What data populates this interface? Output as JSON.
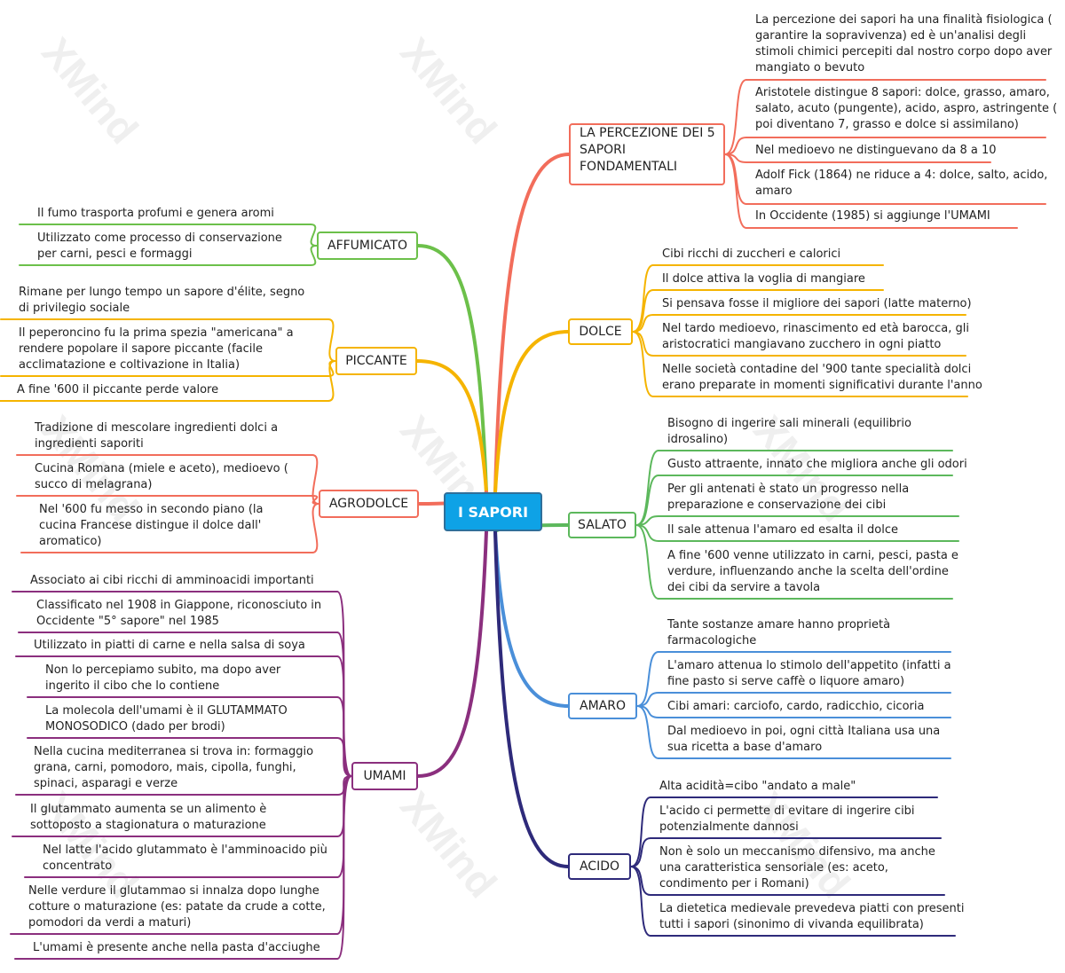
{
  "watermark": "XMind",
  "central": {
    "label": "I SAPORI",
    "color": "#0ea2e6"
  },
  "branches": {
    "percezione": {
      "label": "LA PERCEZIONE DEI 5 SAPORI FONDAMENTALI",
      "label_lines": [
        "LA PERCEZIONE DEI 5",
        "SAPORI",
        "FONDAMENTALI"
      ],
      "color": "#f26d5b",
      "items": [
        [
          "La percezione dei sapori ha una finalità fisiologica (",
          "garantire la sopravivenza) ed è un'analisi degli",
          "stimoli chimici percepiti dal nostro corpo dopo aver",
          "mangiato o bevuto"
        ],
        [
          "Aristotele distingue 8 sapori: dolce, grasso, amaro,",
          "salato, acuto (pungente), acido, aspro, astringente (",
          "poi diventano 7, grasso e dolce si assimilano)"
        ],
        [
          "Nel medioevo ne distinguevano da 8 a 10"
        ],
        [
          "Adolf Fick (1864) ne riduce a 4: dolce, salto, acido,",
          "amaro"
        ],
        [
          "In Occidente (1985) si aggiunge l'UMAMI"
        ]
      ]
    },
    "dolce": {
      "label": "DOLCE",
      "color": "#f5b400",
      "items": [
        [
          "Cibi ricchi di zuccheri e calorici"
        ],
        [
          "Il dolce attiva la voglia di mangiare"
        ],
        [
          "Si pensava fosse il migliore dei sapori (latte materno)"
        ],
        [
          "Nel tardo medioevo, rinascimento ed età barocca, gli",
          "aristocratici mangiavano zucchero in ogni piatto"
        ],
        [
          "Nelle società contadine del '900 tante specialità dolci",
          "erano preparate in momenti significativi durante l'anno"
        ]
      ]
    },
    "salato": {
      "label": "SALATO",
      "color": "#5cb85c",
      "items": [
        [
          "Bisogno di ingerire sali minerali (equilibrio",
          "idrosalino)"
        ],
        [
          "Gusto attraente, innato che migliora anche gli odori"
        ],
        [
          "Per gli antenati è stato un progresso nella",
          "preparazione e conservazione dei cibi"
        ],
        [
          "Il sale attenua l'amaro ed esalta il dolce"
        ],
        [
          "A fine '600 venne utilizzato in carni, pesci, pasta e",
          "verdure, influenzando anche la scelta dell'ordine",
          "dei cibi da servire a tavola"
        ]
      ]
    },
    "amaro": {
      "label": "AMARO",
      "color": "#4a8fd9",
      "items": [
        [
          "Tante sostanze amare hanno proprietà",
          "farmacologiche"
        ],
        [
          "L'amaro attenua lo stimolo dell'appetito (infatti a",
          "fine pasto si serve caffè o liquore amaro)"
        ],
        [
          "Cibi amari: carciofo, cardo, radicchio, cicoria"
        ],
        [
          "Dal medioevo in poi, ogni città Italiana usa una",
          "sua ricetta a base d'amaro"
        ]
      ]
    },
    "acido": {
      "label": "ACIDO",
      "color": "#2e2a7a",
      "items": [
        [
          "Alta acidità=cibo \"andato a male\""
        ],
        [
          "L'acido ci permette di evitare di ingerire cibi",
          "potenzialmente dannosi"
        ],
        [
          "Non è solo un meccanismo difensivo, ma anche",
          "una caratteristica sensoriale (es: aceto,",
          "condimento per i Romani)"
        ],
        [
          "La dietetica medievale prevedeva piatti con presenti",
          "tutti i sapori (sinonimo di vivanda equilibrata)"
        ]
      ]
    },
    "affumicato": {
      "label": "AFFUMICATO",
      "color": "#6cc04a",
      "items": [
        [
          "Il fumo trasporta profumi e genera aromi"
        ],
        [
          "Utilizzato come processo di conservazione",
          "per carni, pesci e formaggi"
        ]
      ]
    },
    "piccante": {
      "label": "PICCANTE",
      "color": "#f5b400",
      "items": [
        [
          "Rimane per lungo tempo un sapore d'élite, segno",
          "di privilegio sociale"
        ],
        [
          "Il peperoncino fu la prima spezia \"americana\" a",
          "rendere popolare il sapore piccante (facile",
          "acclimatazione e coltivazione in Italia)"
        ],
        [
          "A fine '600 il piccante perde valore"
        ]
      ]
    },
    "agrodolce": {
      "label": "AGRODOLCE",
      "color": "#f26d5b",
      "items": [
        [
          "Tradizione di mescolare ingredienti dolci a",
          "ingredienti saporiti"
        ],
        [
          "Cucina Romana (miele e aceto), medioevo (",
          "succo di melagrana)"
        ],
        [
          "Nel '600 fu messo in secondo piano (la",
          "cucina Francese distingue il dolce dall'",
          "aromatico)"
        ]
      ]
    },
    "umami": {
      "label": "UMAMI",
      "color": "#8b2f7e",
      "items": [
        [
          "Associato ai cibi ricchi di amminoacidi importanti"
        ],
        [
          "Classificato nel 1908 in Giappone, riconosciuto in",
          "Occidente \"5° sapore\" nel 1985"
        ],
        [
          "Utilizzato in piatti di carne e nella salsa di soya"
        ],
        [
          "Non lo percepiamo subito, ma dopo aver",
          "ingerito il cibo che lo contiene"
        ],
        [
          "La molecola dell'umami è il GLUTAMMATO",
          "MONOSODICO (dado per brodi)"
        ],
        [
          "Nella cucina mediterranea si trova in: formaggio",
          "grana, carni, pomodoro, mais, cipolla, funghi,",
          "spinaci, asparagi e verze"
        ],
        [
          "Il glutammato aumenta se un alimento è",
          "sottoposto a stagionatura o maturazione"
        ],
        [
          "Nel latte l'acido glutammato è l'amminoacido più",
          "concentrato"
        ],
        [
          "Nelle verdure il glutammao si innalza dopo lunghe",
          "cotture o maturazione (es: patate da crude a cotte,",
          "pomodori da verdi a maturi)"
        ],
        [
          "L'umami è presente anche nella pasta d'acciughe"
        ]
      ]
    }
  }
}
